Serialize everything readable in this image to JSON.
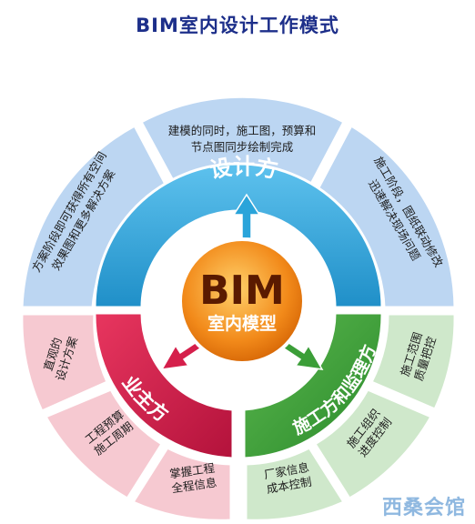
{
  "title": "BIM室内设计工作模式",
  "center": {
    "line1": "BIM",
    "line2": "室内模型"
  },
  "hubs": {
    "designer": "设计方",
    "owner": "业主方",
    "builder": "施工方和监理方"
  },
  "top_boxes": {
    "left": [
      "方案阶段即可获得所有空间",
      "效果图和更多解决方案"
    ],
    "middle": [
      "建模的同时，施工图，预算和",
      "节点图同步绘制完成"
    ],
    "right": [
      "施工阶段，图纸联动修改",
      "迅速解决现场问题"
    ]
  },
  "left_boxes": {
    "a": [
      "直观的",
      "设计方案"
    ],
    "b": [
      "工程预算",
      "施工周期"
    ],
    "c": [
      "掌握工程",
      "全程信息"
    ]
  },
  "right_boxes": {
    "a": [
      "施工范围",
      "质量把控"
    ],
    "b": [
      "施工组织",
      "进度控制"
    ],
    "c": [
      "厂家信息",
      "成本控制"
    ]
  },
  "watermark": "西桑会馆",
  "colors": {
    "title": "#1d2f8a",
    "designer_band": "#2aa4da",
    "owner_band": "#d51f4b",
    "builder_band": "#3b9e38",
    "top_boxes": "#bcd6f2",
    "left_boxes": "#f6c9d1",
    "right_boxes": "#cfe8cb",
    "center_orange": "#f28a1a"
  }
}
